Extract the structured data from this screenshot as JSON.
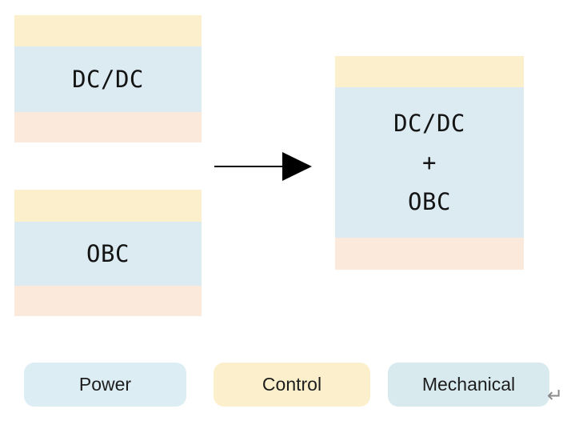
{
  "colors": {
    "control_fill": "#FCF0CC",
    "power_fill": "#DCEBF2",
    "mechanical_fill": "#FBE9DC",
    "legend_power_bg": "#DCEDF4",
    "legend_control_bg": "#FCF0CC",
    "legend_mechanical_bg": "#D9EAEF",
    "arrow": "#000000",
    "label_text": "#141414",
    "return_mark": "#8A8A8A"
  },
  "blocks": {
    "dcdc": {
      "label": "DC/DC"
    },
    "obc": {
      "label": "OBC"
    },
    "combined": {
      "lines": [
        "DC/DC",
        "+",
        "OBC"
      ]
    }
  },
  "legend": {
    "items": [
      {
        "label": "Power"
      },
      {
        "label": "Control"
      },
      {
        "label": "Mechanical"
      }
    ]
  },
  "marks": {
    "return_symbol": "↵"
  }
}
